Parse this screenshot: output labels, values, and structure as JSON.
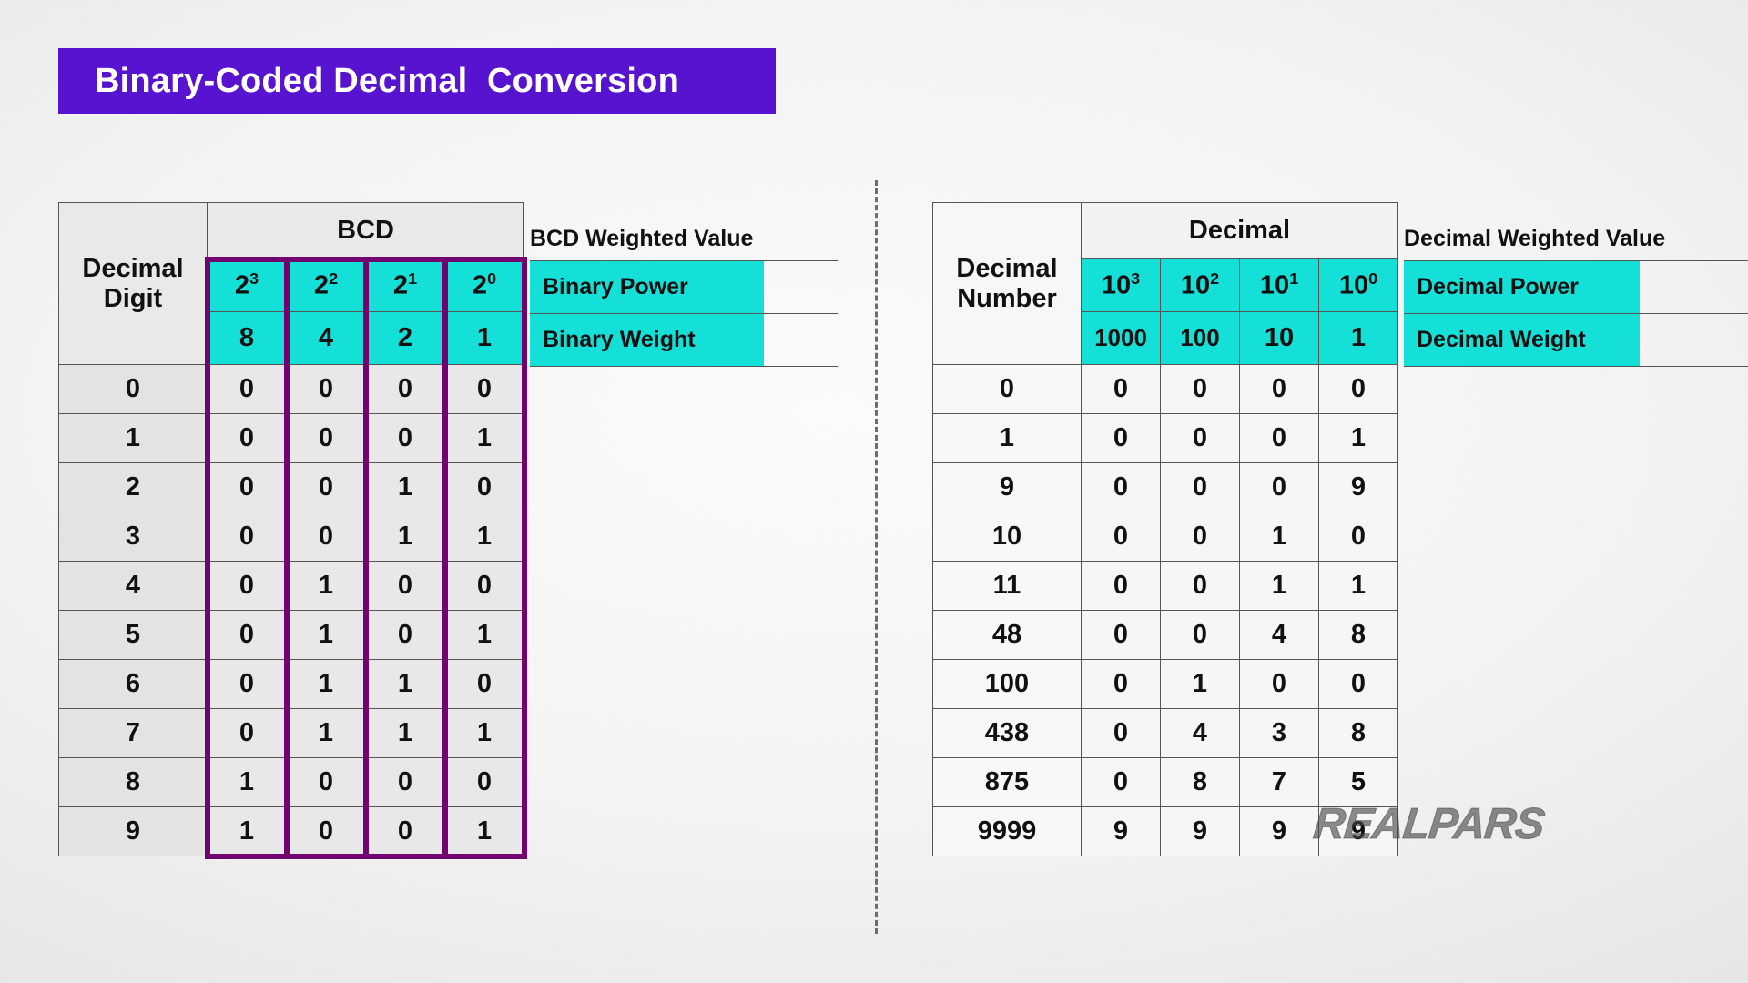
{
  "title": {
    "text": "Binary-Coded Decimal  Conversion",
    "banner_color": "#5713cf"
  },
  "theme": {
    "cyan": "#15e0d8",
    "highlight_purple": "#72026f",
    "text": "#111111"
  },
  "bcd_table": {
    "row_label": {
      "line1": "Decimal",
      "line2": "Digit"
    },
    "group_header": "BCD",
    "power_row": [
      "2",
      "2",
      "2",
      "2"
    ],
    "power_exponents": [
      "3",
      "2",
      "1",
      "0"
    ],
    "weight_row": [
      "8",
      "4",
      "2",
      "1"
    ],
    "legend": {
      "weighted_value": "BCD Weighted Value",
      "power_label": "Binary Power",
      "weight_label": "Binary Weight"
    },
    "rows": [
      {
        "digit": "0",
        "bits": [
          "0",
          "0",
          "0",
          "0"
        ]
      },
      {
        "digit": "1",
        "bits": [
          "0",
          "0",
          "0",
          "1"
        ]
      },
      {
        "digit": "2",
        "bits": [
          "0",
          "0",
          "1",
          "0"
        ]
      },
      {
        "digit": "3",
        "bits": [
          "0",
          "0",
          "1",
          "1"
        ]
      },
      {
        "digit": "4",
        "bits": [
          "0",
          "1",
          "0",
          "0"
        ]
      },
      {
        "digit": "5",
        "bits": [
          "0",
          "1",
          "0",
          "1"
        ]
      },
      {
        "digit": "6",
        "bits": [
          "0",
          "1",
          "1",
          "0"
        ]
      },
      {
        "digit": "7",
        "bits": [
          "0",
          "1",
          "1",
          "1"
        ]
      },
      {
        "digit": "8",
        "bits": [
          "1",
          "0",
          "0",
          "0"
        ]
      },
      {
        "digit": "9",
        "bits": [
          "1",
          "0",
          "0",
          "1"
        ]
      }
    ]
  },
  "dec_table": {
    "row_label": {
      "line1": "Decimal",
      "line2": "Number"
    },
    "group_header": "Decimal",
    "power_row": [
      "10",
      "10",
      "10",
      "10"
    ],
    "power_exponents": [
      "3",
      "2",
      "1",
      "0"
    ],
    "weight_row": [
      "1000",
      "100",
      "10",
      "1"
    ],
    "legend": {
      "weighted_value": "Decimal Weighted Value",
      "power_label": "Decimal Power",
      "weight_label": "Decimal Weight"
    },
    "rows": [
      {
        "number": "0",
        "digits": [
          "0",
          "0",
          "0",
          "0"
        ]
      },
      {
        "number": "1",
        "digits": [
          "0",
          "0",
          "0",
          "1"
        ]
      },
      {
        "number": "9",
        "digits": [
          "0",
          "0",
          "0",
          "9"
        ]
      },
      {
        "number": "10",
        "digits": [
          "0",
          "0",
          "1",
          "0"
        ]
      },
      {
        "number": "11",
        "digits": [
          "0",
          "0",
          "1",
          "1"
        ]
      },
      {
        "number": "48",
        "digits": [
          "0",
          "0",
          "4",
          "8"
        ]
      },
      {
        "number": "100",
        "digits": [
          "0",
          "1",
          "0",
          "0"
        ]
      },
      {
        "number": "438",
        "digits": [
          "0",
          "4",
          "3",
          "8"
        ]
      },
      {
        "number": "875",
        "digits": [
          "0",
          "8",
          "7",
          "5"
        ]
      },
      {
        "number": "9999",
        "digits": [
          "9",
          "9",
          "9",
          "9"
        ]
      }
    ]
  },
  "watermark": {
    "text": "REALPARS"
  }
}
